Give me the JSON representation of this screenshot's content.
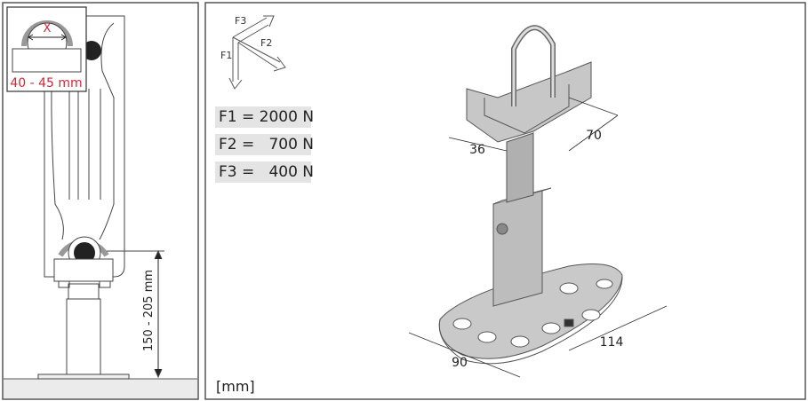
{
  "left_panel": {
    "inset_symbol": "X",
    "inset_range": "40 - 45 mm",
    "height_range": "150 - 205 mm"
  },
  "right_panel": {
    "force_diagram_labels": [
      "F1",
      "F2",
      "F3"
    ],
    "forces": [
      "F1 = 2000 N",
      "F2 =   700 N",
      "F3 =   400 N"
    ],
    "dimensions": {
      "d36": "36",
      "d70": "70",
      "d90": "90",
      "d114": "114"
    },
    "unit": "[mm]"
  },
  "colors": {
    "accent": "#d2263a",
    "line": "#444444"
  }
}
